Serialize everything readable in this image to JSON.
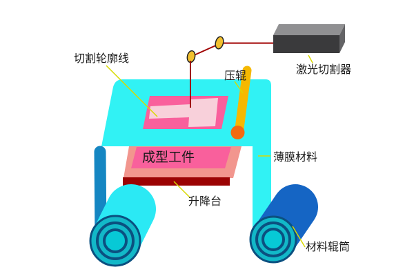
{
  "diagram": {
    "type": "LOM laminated-object manufacturing process schematic",
    "labels": {
      "cutting_contour": "切割轮廓线",
      "pressure_roller": "压辊",
      "laser_cutter": "激光切割器",
      "film_material": "薄膜材料",
      "formed_workpiece": "成型工件",
      "lifting_platform": "升降台",
      "material_roller": "材料辊筒"
    },
    "colors": {
      "film_cyan": "#31F2F4",
      "cutting_area_pink": "#F9609C",
      "contour_light_pink": "#F8D0DA",
      "workpiece_salmon": "#F2968E",
      "platform_dark_red": "#9B0303",
      "laser_beam_red": "#A00000",
      "laser_box_front": "#3A3A3C",
      "laser_box_top": "#909092",
      "laser_box_side": "#646466",
      "mirror_gold": "#F2C02E",
      "pressure_roller_gold": "#F5B800",
      "pressure_roller_tip_orange": "#F26A10",
      "left_roll_cyan": "#2BE9F4",
      "material_roll_blue": "#1565C4",
      "roll_face_teal": "#12B8C8",
      "roll_face_center_teal": "#07C9D6",
      "roll_ring_navy": "#0B5080",
      "film_underside_blue": "#1586C2",
      "leader_line_yellow": "#D9D900",
      "background": "#FFFFFF",
      "label_text": "#1A1A1A"
    }
  }
}
